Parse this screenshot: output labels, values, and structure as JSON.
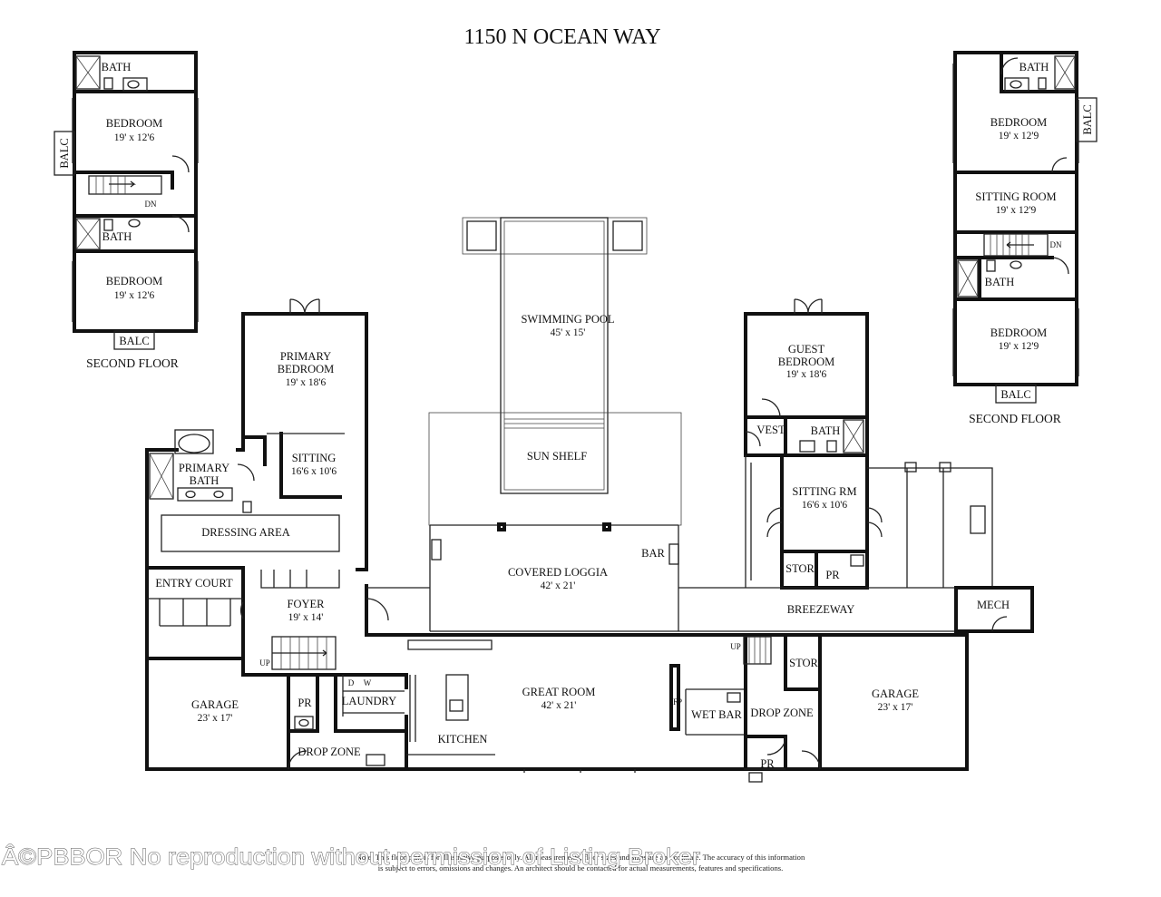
{
  "title": "1150 N OCEAN WAY",
  "left_wing": {
    "floor_label": "SECOND FLOOR",
    "rooms": [
      {
        "name": "BATH",
        "dims": ""
      },
      {
        "name": "BEDROOM",
        "dims": "19' x 12'6"
      },
      {
        "name": "BATH",
        "dims": ""
      },
      {
        "name": "BEDROOM",
        "dims": "19' x 12'6"
      }
    ],
    "balc_side": "BALC",
    "balc_bottom": "BALC",
    "stair_dn": "DN"
  },
  "right_wing": {
    "floor_label": "SECOND FLOOR",
    "rooms": [
      {
        "name": "BATH",
        "dims": ""
      },
      {
        "name": "BEDROOM",
        "dims": "19' x 12'9"
      },
      {
        "name": "SITTING ROOM",
        "dims": "19' x 12'9"
      },
      {
        "name": "BATH",
        "dims": ""
      },
      {
        "name": "BEDROOM",
        "dims": "19' x 12'9"
      }
    ],
    "balc_side": "BALC",
    "balc_bottom": "BALC",
    "stair_dn": "DN"
  },
  "main": {
    "pool": {
      "name": "SWIMMING POOL",
      "dims": "45' x 15'"
    },
    "sun_shelf": "SUN SHELF",
    "primary_bedroom": {
      "line1": "PRIMARY",
      "line2": "BEDROOM",
      "dims": "19' x 18'6"
    },
    "sitting": {
      "name": "SITTING",
      "dims": "16'6 x 10'6"
    },
    "primary_bath": {
      "line1": "PRIMARY",
      "line2": "BATH"
    },
    "dressing_area": "DRESSING AREA",
    "entry_court": "ENTRY COURT",
    "foyer": {
      "name": "FOYER",
      "dims": "19' x 14'"
    },
    "covered_loggia": {
      "name": "COVERED LOGGIA",
      "dims": "42' x 21'"
    },
    "bar": "BAR",
    "guest_bedroom": {
      "line1": "GUEST",
      "line2": "BEDROOM",
      "dims": "19' x 18'6"
    },
    "vest": "VEST",
    "guest_bath": "BATH",
    "sitting_rm": {
      "name": "SITTING RM",
      "dims": "16'6 x 10'6"
    },
    "stor_upper": "STOR",
    "pr_upper": "PR",
    "breezeway": "BREEZEWAY",
    "mech": "MECH",
    "great_room": {
      "name": "GREAT ROOM",
      "dims": "42' x 21'"
    },
    "kitchen": "KITCHEN",
    "fp": "FP",
    "wet_bar": "WET BAR",
    "drop_zone_right": "DROP ZONE",
    "stor_lower": "STOR",
    "pr_right": "PR",
    "garage_right": {
      "name": "GARAGE",
      "dims": "23' x 17'"
    },
    "garage_left": {
      "name": "GARAGE",
      "dims": "23' x 17'"
    },
    "pr_left": "PR",
    "laundry": "LAUNDRY",
    "d_label": "D",
    "w_label": "W",
    "drop_zone_left": "DROP ZONE",
    "up_left": "UP",
    "up_right": "UP"
  },
  "note": {
    "line1": "Note: This floor plan is for illustrative purposes only. All measurements, floor sizes and sizes are approximate. The accuracy of this information",
    "line2": "is subject to errors, omissions and changes. An architect should be contacted for actual measurements, features and specifications."
  },
  "watermark": "Â©PBBOR No reproduction without permission of Listing Broker"
}
